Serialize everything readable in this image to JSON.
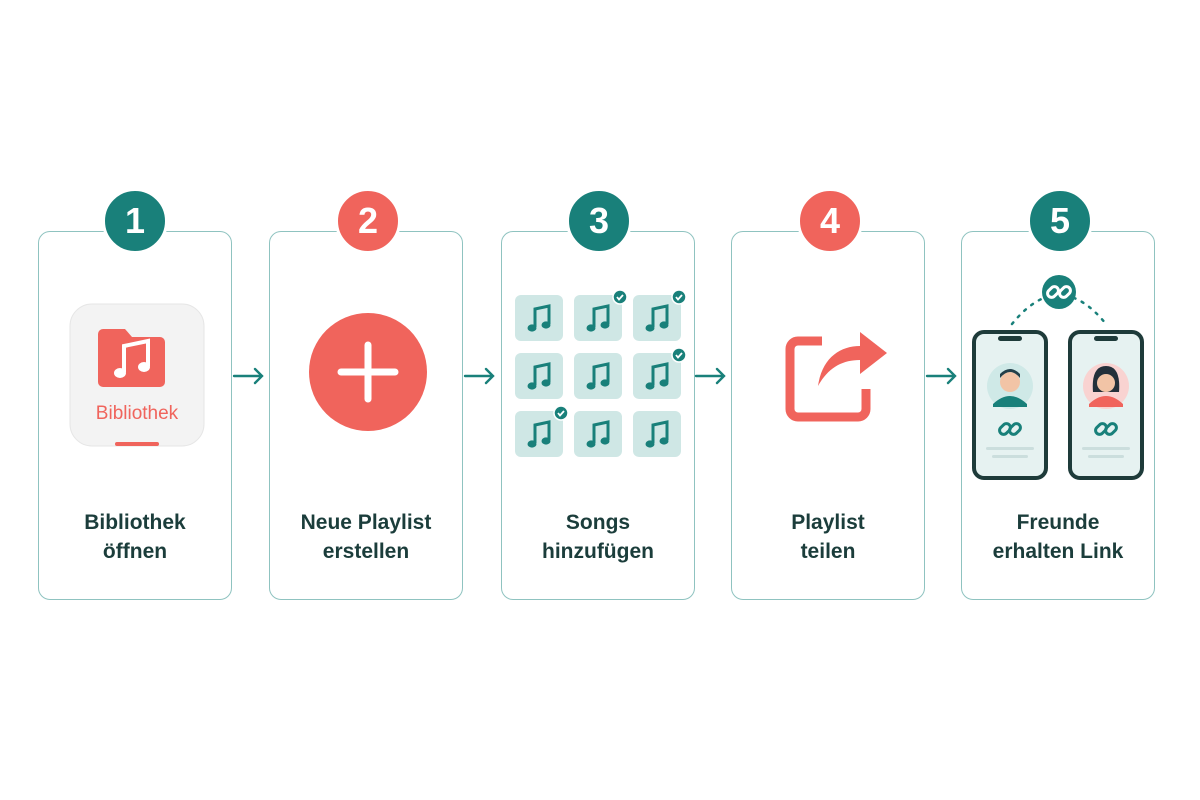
{
  "steps": [
    {
      "number": "1",
      "line1": "Bibliothek",
      "line2": "öffnen",
      "badge_color": "#19807a",
      "icon": "music-folder-app-icon",
      "icon_label": "Bibliothek"
    },
    {
      "number": "2",
      "line1": "Neue Playlist",
      "line2": "erstellen",
      "badge_color": "#f0645c",
      "icon": "plus-circle-icon"
    },
    {
      "number": "3",
      "line1": "Songs",
      "line2": "hinzufügen",
      "badge_color": "#19807a",
      "icon": "music-note-grid-icon"
    },
    {
      "number": "4",
      "line1": "Playlist",
      "line2": "teilen",
      "badge_color": "#f0645c",
      "icon": "share-icon"
    },
    {
      "number": "5",
      "line1": "Freunde",
      "line2": "erhalten Link",
      "badge_color": "#19807a",
      "icon": "phones-link-icon"
    }
  ],
  "colors": {
    "teal": "#19807a",
    "coral": "#f0645c",
    "border": "#8fc3c0",
    "text": "#1b3d3b"
  }
}
